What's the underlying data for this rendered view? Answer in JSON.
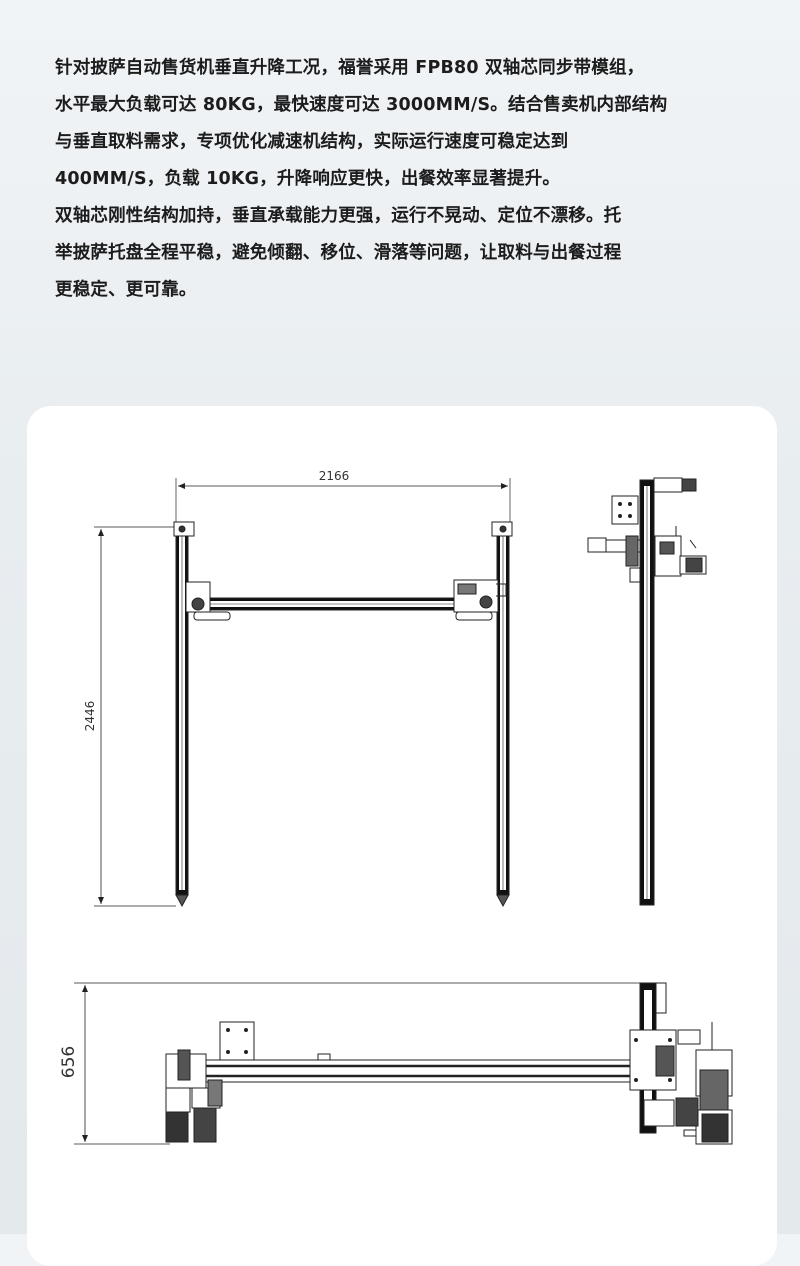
{
  "intro": {
    "paragraph1": [
      "针对披萨自动售货机垂直升降工况，福誉采用 FPB80 双轴芯同步带模组，",
      "水平最大负载可达 80KG，最快速度可达 3000MM/S。结合售卖机内部结构",
      "与垂直取料需求，专项优化减速机结构，实际运行速度可稳定达到",
      "400MM/S，负载 10KG，升降响应更快，出餐效率显著提升。"
    ],
    "paragraph2": [
      "双轴芯刚性结构加持，垂直承载能力更强，运行不晃动、定位不漂移。托",
      "举披萨托盘全程平稳，避免倾翻、移位、滑落等问题，让取料与出餐过程",
      "更稳定、更可靠。"
    ]
  },
  "drawing": {
    "width_dim": "2166",
    "height_dim": "2446",
    "depth_dim": "656"
  }
}
